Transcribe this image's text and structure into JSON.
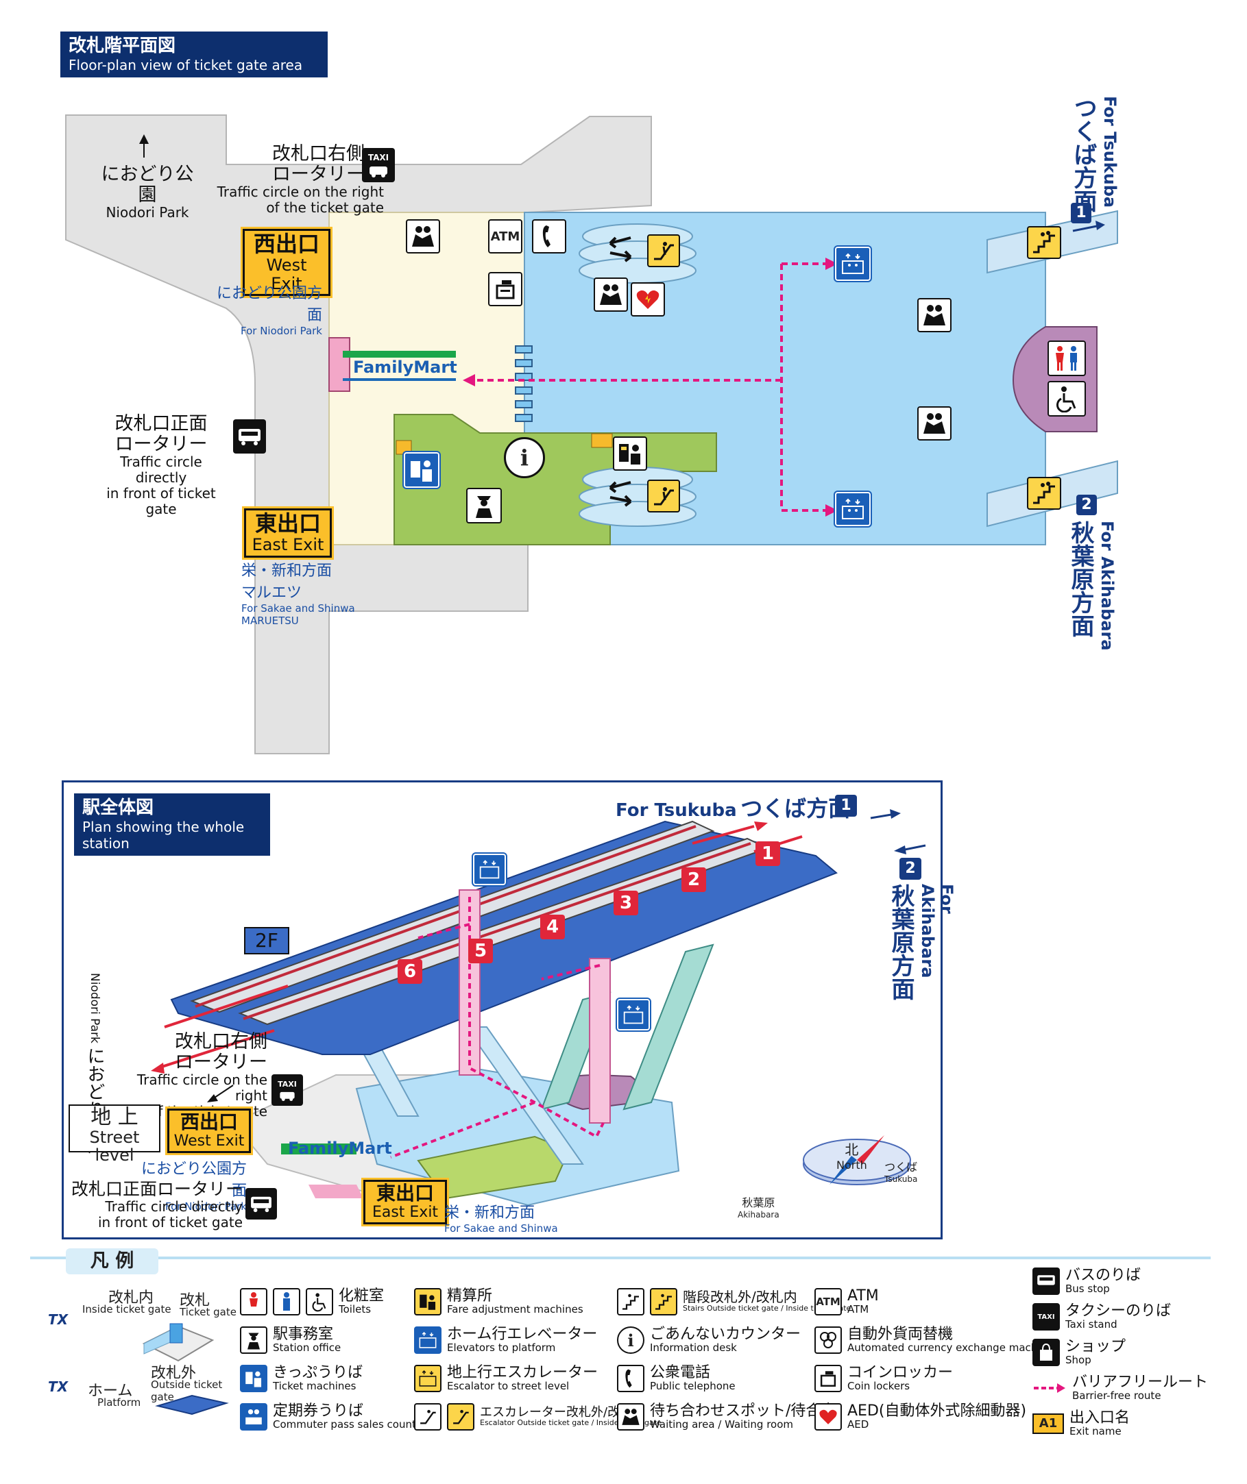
{
  "floor_plan": {
    "title_jp": "改札階平面図",
    "title_en": "Floor-plan view of ticket gate area",
    "niodori_arrow_jp": "におどり公園",
    "niodori_arrow_en": "Niodori Park",
    "right_rotary_jp_1": "改札口右側",
    "right_rotary_jp_2": "ロータリー",
    "right_rotary_en_1": "Traffic circle on the right",
    "right_rotary_en_2": "of the ticket gate",
    "front_rotary_jp_1": "改札口正面",
    "front_rotary_jp_2": "ロータリー",
    "front_rotary_en_1": "Traffic circle directly",
    "front_rotary_en_2": "in front of ticket gate",
    "west_exit_jp": "西出口",
    "west_exit_en": "West Exit",
    "west_for_jp": "におどり公園方面",
    "west_for_en": "For Niodori Park",
    "east_exit_jp": "東出口",
    "east_exit_en": "East Exit",
    "east_for_jp": "栄・新和方面",
    "east_for_jp2": "マルエツ",
    "east_for_en": "For Sakae and Shinwa",
    "east_for_en2": "MARUETSU",
    "familymart": "FamilyMart",
    "atm": "ATM",
    "taxi": "TAXI",
    "for_tsukuba_en": "For Tsukuba",
    "for_tsukuba_jp": "つくば方面",
    "platform1": "1",
    "for_akihabara_en": "For Akihabara",
    "for_akihabara_jp": "秋葉原方面",
    "platform2": "2"
  },
  "whole_station": {
    "title_jp": "駅全体図",
    "title_en": "Plan showing the whole station",
    "for_tsukuba_en": "For Tsukuba",
    "for_tsukuba_jp": "つくば方面",
    "platform1": "1",
    "platform2": "2",
    "for_akihabara_en": "For Akihabara",
    "for_akihabara_jp": "秋葉原方面",
    "level_2f": "2F",
    "car_numbers": [
      "1",
      "2",
      "3",
      "4",
      "5",
      "6"
    ],
    "niodori_jp": "におどり公園",
    "niodori_en": "Niodori Park",
    "right_rotary_jp_1": "改札口右側",
    "right_rotary_jp_2": "ロータリー",
    "right_rotary_en_1": "Traffic circle on the right",
    "right_rotary_en_2": "of the ticket gate",
    "taxi": "TAXI",
    "street_level_jp": "地 上",
    "street_level_en": "Street level",
    "west_exit_jp": "西出口",
    "west_exit_en": "West Exit",
    "west_for_jp": "におどり公園方面",
    "west_for_en": "For Niodori Park",
    "front_rotary_jp": "改札口正面ロータリー",
    "front_rotary_en_1": "Traffic circle directly",
    "front_rotary_en_2": "in front of ticket gate",
    "familymart": "FamilyMart",
    "east_exit_jp": "東出口",
    "east_exit_en": "East Exit",
    "east_for_jp": "栄・新和方面",
    "east_for_en": "For Sakae and Shinwa",
    "compass_north_jp": "北",
    "compass_north_en": "North",
    "compass_tsukuba_jp": "つくば",
    "compass_tsukuba_en": "Tsukuba",
    "compass_akihabara_jp": "秋葉原",
    "compass_akihabara_en": "Akihabara"
  },
  "legend": {
    "title": "凡 例",
    "inside_gate_jp": "改札内",
    "inside_gate_en": "Inside ticket gate",
    "gate_jp": "改札",
    "gate_en": "Ticket gate",
    "outside_gate_jp": "改札外",
    "outside_gate_en": "Outside ticket gate",
    "platform_jp": "ホーム",
    "platform_en": "Platform",
    "tx_logo": "TX",
    "items": [
      {
        "jp": "化粧室",
        "en": "Toilets"
      },
      {
        "jp": "駅事務室",
        "en": "Station office"
      },
      {
        "jp": "きっぷうりば",
        "en": "Ticket machines"
      },
      {
        "jp": "定期券うりば",
        "en": "Commuter pass sales counter"
      },
      {
        "jp": "精算所",
        "en": "Fare adjustment machines"
      },
      {
        "jp": "ホーム行エレベーター",
        "en": "Elevators to platform"
      },
      {
        "jp": "地上行エスカレーター",
        "en": "Escalator to street level"
      },
      {
        "jp": "エスカレーター改札外/改札内",
        "en": "Escalator Outside ticket gate / Inside ticket gate"
      },
      {
        "jp": "階段改札外/改札内",
        "en": "Stairs Outside ticket gate / Inside ticket gate"
      },
      {
        "jp": "ごあんないカウンター",
        "en": "Information desk"
      },
      {
        "jp": "公衆電話",
        "en": "Public telephone"
      },
      {
        "jp": "待ち合わせスポット/待合室",
        "en": "Waiting area / Waiting room"
      },
      {
        "jp": "ATM",
        "en": "ATM"
      },
      {
        "jp": "自動外貨両替機",
        "en": "Automated currency exchange machine"
      },
      {
        "jp": "コインロッカー",
        "en": "Coin lockers"
      },
      {
        "jp": "AED(自動体外式除細動器)",
        "en": "AED"
      },
      {
        "jp": "バスのりば",
        "en": "Bus stop"
      },
      {
        "jp": "タクシーのりば",
        "en": "Taxi stand"
      },
      {
        "jp": "ショップ",
        "en": "Shop"
      },
      {
        "jp": "バリアフリールート",
        "en": "Barrier-free route"
      },
      {
        "jp": "出入口名",
        "en": "Exit name"
      }
    ],
    "atm_icon": "ATM",
    "taxi_icon": "TAXI",
    "exit_icon": "A1"
  }
}
